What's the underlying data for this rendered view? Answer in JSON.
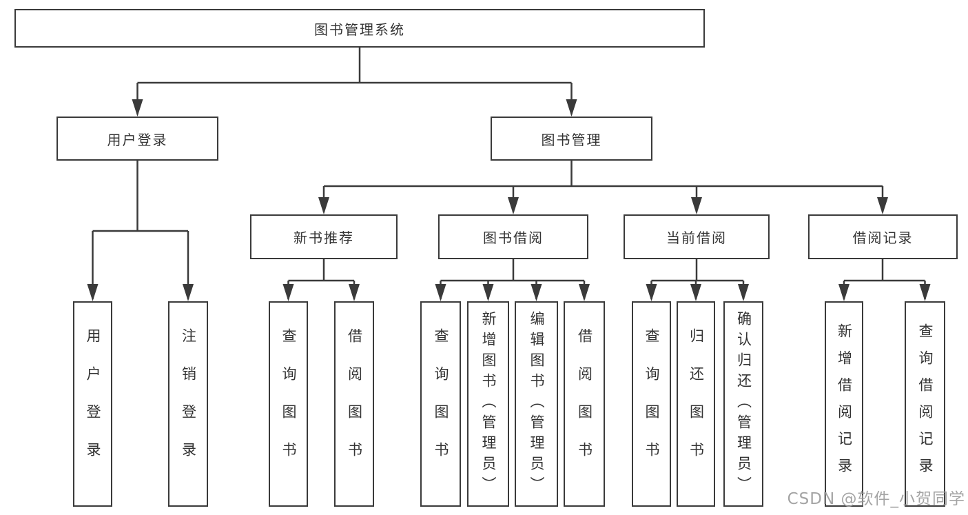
{
  "colors": {
    "line": "#3a3a3a",
    "text": "#333333",
    "bg": "#ffffff",
    "watermark": "#9b9b9b"
  },
  "nodes": {
    "root": {
      "label": "图书管理系统"
    },
    "user_login": {
      "label": "用户登录"
    },
    "book_mgmt": {
      "label": "图书管理"
    },
    "new_book_rec": {
      "label": "新书推荐"
    },
    "book_borrow": {
      "label": "图书借阅"
    },
    "current_borrow": {
      "label": "当前借阅"
    },
    "borrow_record": {
      "label": "借阅记录"
    },
    "leaf_user_login": {
      "label": "用户登录"
    },
    "leaf_logout": {
      "label": "注销登录"
    },
    "leaf_query_book_1": {
      "label": "查询图书"
    },
    "leaf_borrow_book_1": {
      "label": "借阅图书"
    },
    "leaf_query_book_2": {
      "label": "查询图书"
    },
    "leaf_add_book": {
      "label": "新增图书（管理员）"
    },
    "leaf_edit_book": {
      "label": "编辑图书（管理员）"
    },
    "leaf_borrow_book_2": {
      "label": "借阅图书"
    },
    "leaf_query_book_3": {
      "label": "查询图书"
    },
    "leaf_return_book": {
      "label": "归还图书"
    },
    "leaf_confirm_return": {
      "label": "确认归还（管理员）"
    },
    "leaf_add_record": {
      "label": "新增借阅记录"
    },
    "leaf_query_record": {
      "label": "查询借阅记录"
    }
  },
  "hierarchy": {
    "图书管理系统": {
      "用户登录": [
        "用户登录",
        "注销登录"
      ],
      "图书管理": {
        "新书推荐": [
          "查询图书",
          "借阅图书"
        ],
        "图书借阅": [
          "查询图书",
          "新增图书（管理员）",
          "编辑图书（管理员）",
          "借阅图书"
        ],
        "当前借阅": [
          "查询图书",
          "归还图书",
          "确认归还（管理员）"
        ],
        "借阅记录": [
          "新增借阅记录",
          "查询借阅记录"
        ]
      }
    }
  },
  "watermark": "CSDN @软件_小贺同学"
}
